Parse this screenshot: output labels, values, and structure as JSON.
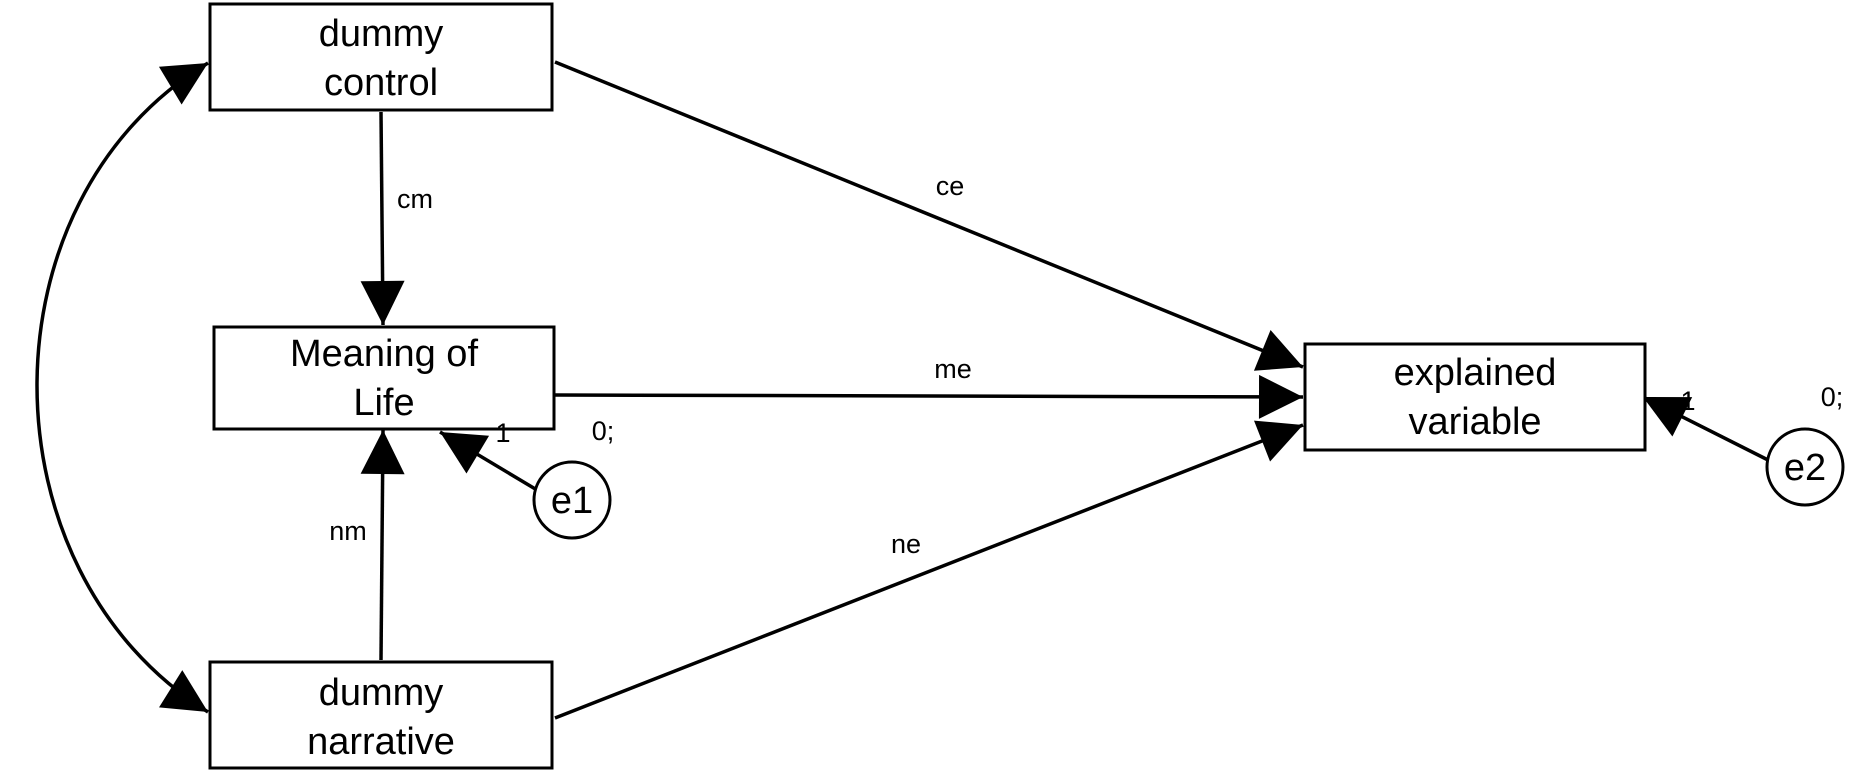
{
  "nodes": {
    "dummy_control": {
      "line1": "dummy",
      "line2": "control"
    },
    "meaning_of_life": {
      "line1": "Meaning of",
      "line2": "Life"
    },
    "dummy_narrative": {
      "line1": "dummy",
      "line2": "narrative"
    },
    "explained_variable": {
      "line1": "explained",
      "line2": "variable"
    }
  },
  "errors": {
    "e1": {
      "label": "e1",
      "mean_variance": "0;",
      "weight": "1"
    },
    "e2": {
      "label": "e2",
      "mean_variance": "0;",
      "weight": "1"
    }
  },
  "paths": {
    "cm": "cm",
    "ce": "ce",
    "me": "me",
    "nm": "nm",
    "ne": "ne"
  }
}
